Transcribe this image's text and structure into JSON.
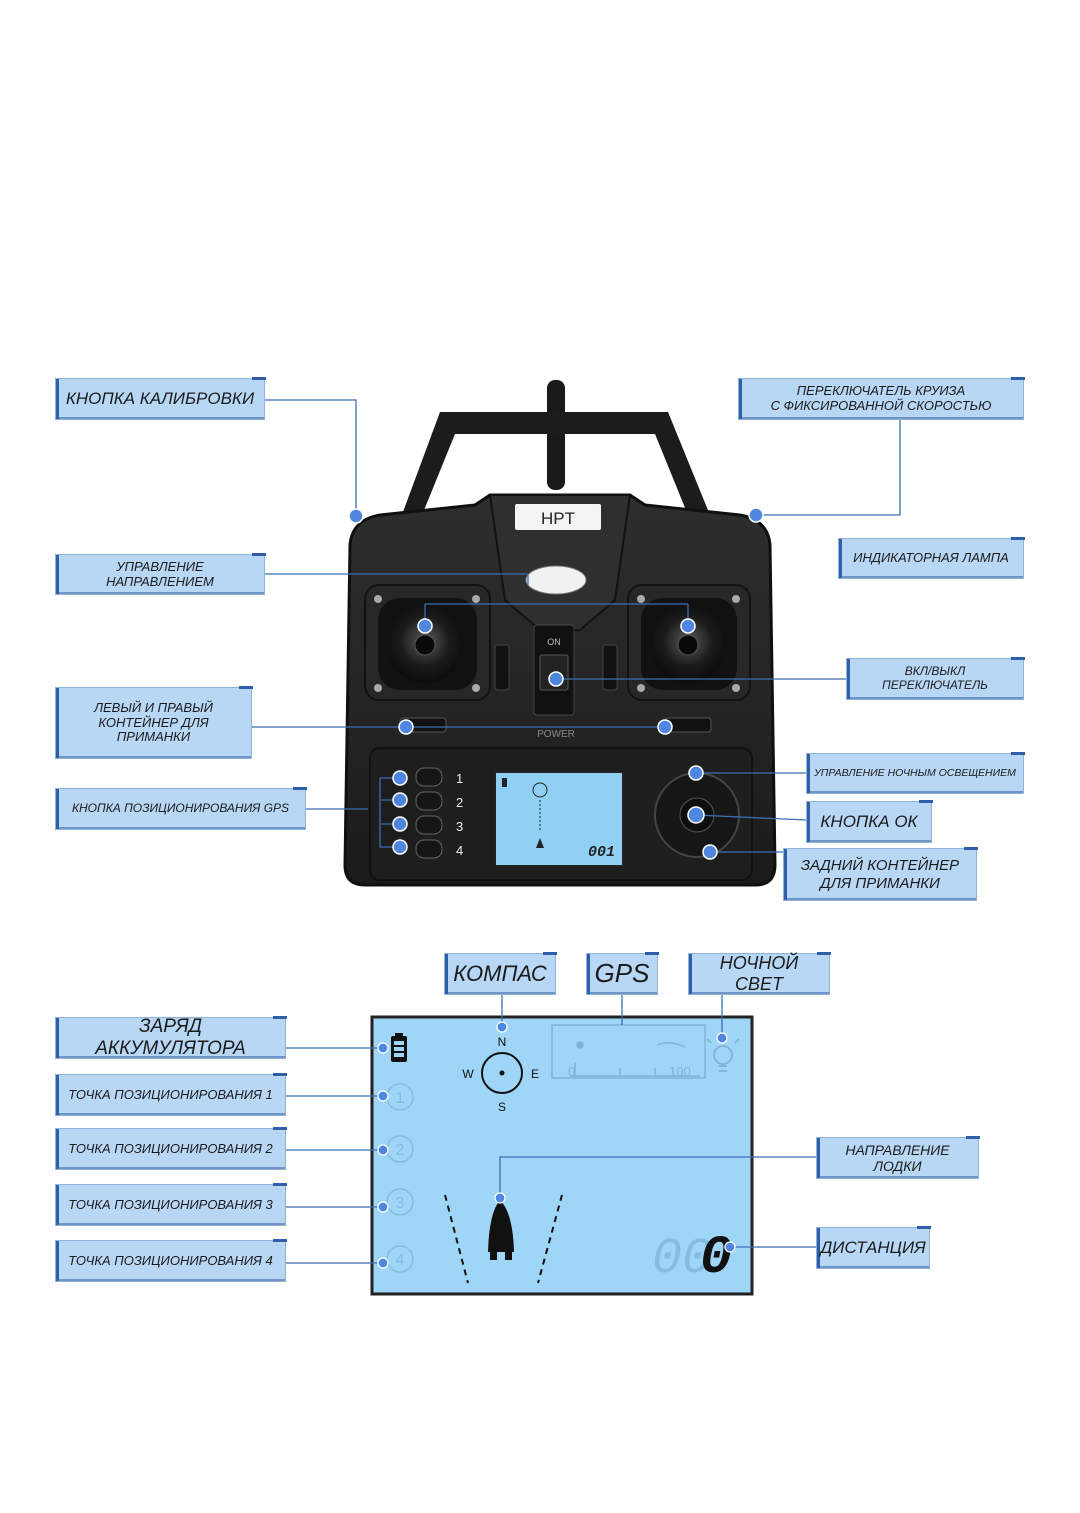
{
  "controller": {
    "brand": "HPT",
    "power_label": "POWER",
    "on_label": "ON",
    "channel_numbers": [
      "1",
      "2",
      "3",
      "4"
    ],
    "mini_lcd_distance": "001"
  },
  "callouts_top": {
    "calibration": "КНОПКА КАЛИБРОВКИ",
    "cruise_line1": "ПЕРЕКЛЮЧАТЕЛЬ КРУИЗА",
    "cruise_line2": "С ФИКСИРОВАННОЙ СКОРОСТЬЮ",
    "direction": "УПРАВЛЕНИЕ НАПРАВЛЕНИЕМ",
    "indicator": "ИНДИКАТОРНАЯ ЛАМПА",
    "bait_line1": "ЛЕВЫЙ И ПРАВЫЙ",
    "bait_line2": "КОНТЕЙНЕР ДЛЯ ПРИМАНКИ",
    "onoff_line1": "ВКЛ/ВЫКЛ",
    "onoff_line2": "ПЕРЕКЛЮЧАТЕЛЬ",
    "gps_button": "КНОПКА ПОЗИЦИОНИРОВАНИЯ GPS",
    "night_light_ctrl": "УПРАВЛЕНИЕ НОЧНЫМ ОСВЕЩЕНИЕМ",
    "ok_button": "КНОПКА ОК",
    "rear_line1": "ЗАДНИЙ КОНТЕЙНЕР",
    "rear_line2": "ДЛЯ ПРИМАНКИ"
  },
  "callouts_bottom": {
    "compass": "КОМПАС",
    "gps": "GPS",
    "night_light": "НОЧНОЙ СВЕТ",
    "battery": "ЗАРЯД АККУМУЛЯТОРА",
    "point1": "ТОЧКА ПОЗИЦИОНИРОВАНИЯ 1",
    "point2": "ТОЧКА ПОЗИЦИОНИРОВАНИЯ 2",
    "point3": "ТОЧКА ПОЗИЦИОНИРОВАНИЯ 3",
    "point4": "ТОЧКА ПОЗИЦИОНИРОВАНИЯ 4",
    "boat_direction": "НАПРАВЛЕНИЕ ЛОДКИ",
    "distance": "ДИСТАНЦИЯ"
  },
  "lcd": {
    "compass_n": "N",
    "compass_s": "S",
    "compass_w": "W",
    "compass_e": "E",
    "scale_start": "0",
    "scale_end": "100",
    "point_numbers": [
      "1",
      "2",
      "3",
      "4"
    ],
    "distance_dim": "00",
    "distance_value": "0"
  },
  "colors": {
    "label_bg": "#b8d7f5",
    "label_accent": "#2f5fa8",
    "lcd_bg": "#9fd6f7",
    "body": "#242424",
    "dot": "#4f86e0"
  }
}
